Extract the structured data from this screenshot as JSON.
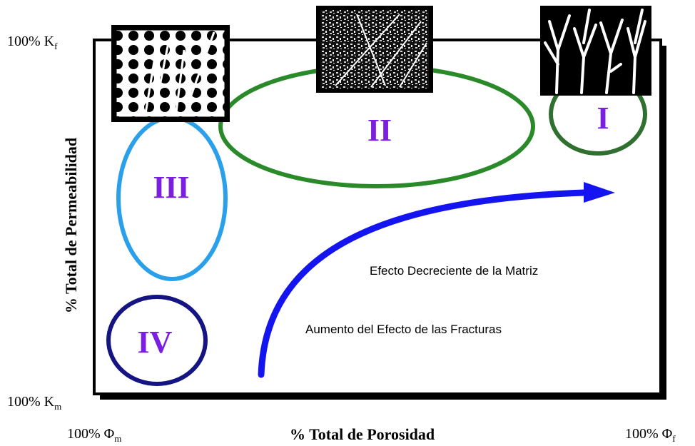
{
  "y_axis": {
    "title": "% Total de Permeabilidad",
    "top_label": "100% K",
    "top_sub": "f",
    "bottom_label": "100% K",
    "bottom_sub": "m"
  },
  "x_axis": {
    "title": "% Total de Porosidad",
    "left_label": "100% Φ",
    "left_sub": "m",
    "right_label": "100% Φ",
    "right_sub": "f"
  },
  "regions": {
    "I": {
      "label": "I",
      "color": "#2f6f2f"
    },
    "II": {
      "label": "II",
      "color": "#2a8a2a"
    },
    "III": {
      "label": "III",
      "color": "#2aa0ea"
    },
    "IV": {
      "label": "IV",
      "color": "#141482"
    }
  },
  "label_color": "#7a1ee0",
  "arrow_color": "#1414f0",
  "annotations": {
    "matrix_effect": "Efecto Decreciente de la Matriz",
    "fracture_effect": "Aumento del Efecto de las Fracturas"
  },
  "thumbnails": {
    "matrix": "vuggy-matrix-image",
    "mixed": "mixed-fracture-image",
    "fracture": "fracture-network-image"
  }
}
